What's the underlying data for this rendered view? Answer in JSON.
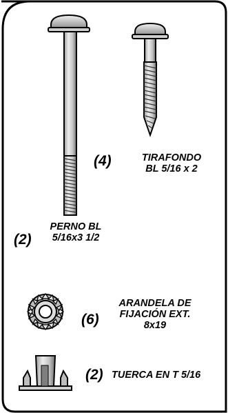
{
  "parts": [
    {
      "qty": "(4)",
      "name_lines": [
        "TIRAFONDO",
        "BL 5/16 x 2"
      ],
      "icon": "lag-screw-icon"
    },
    {
      "qty": "(2)",
      "name_lines": [
        "PERNO BL",
        "5/16x3 1/2"
      ],
      "icon": "bolt-icon"
    },
    {
      "qty": "(6)",
      "name_lines": [
        "ARANDELA DE",
        "FIJACIÓN EXT.",
        "8x19"
      ],
      "icon": "lock-washer-icon"
    },
    {
      "qty": "(2)",
      "name_lines": [
        "TUERCA EN T 5/16"
      ],
      "icon": "t-nut-icon"
    }
  ],
  "colors": {
    "outline": "#000000",
    "metal_light": "#e6e6e6",
    "metal_mid": "#bcbcbc",
    "metal_dark": "#7a7a7a",
    "background": "#ffffff"
  }
}
